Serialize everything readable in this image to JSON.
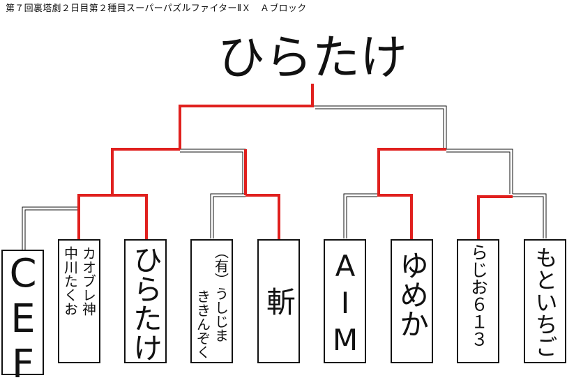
{
  "title": "第７回裏塔劇２日目第２種目スーパーパズルファイターⅡＸ　Ａブロック",
  "winner": "ひらたけ",
  "entrants": [
    {
      "lines": [
        "CEF"
      ]
    },
    {
      "lines": [
        "カオブレ神",
        "中川たくお"
      ]
    },
    {
      "lines": [
        "ひらたけ"
      ]
    },
    {
      "lines": [
        "（有）うしじま",
        "ききんぞく"
      ]
    },
    {
      "lines": [
        "斬"
      ]
    },
    {
      "lines": [
        "AIM"
      ]
    },
    {
      "lines": [
        "ゆめか"
      ]
    },
    {
      "lines": [
        "らじお６１３"
      ]
    },
    {
      "lines": [
        "もといちご"
      ]
    }
  ],
  "colors": {
    "win_line": "#e0201e",
    "line": "#111111",
    "text": "#111111"
  }
}
